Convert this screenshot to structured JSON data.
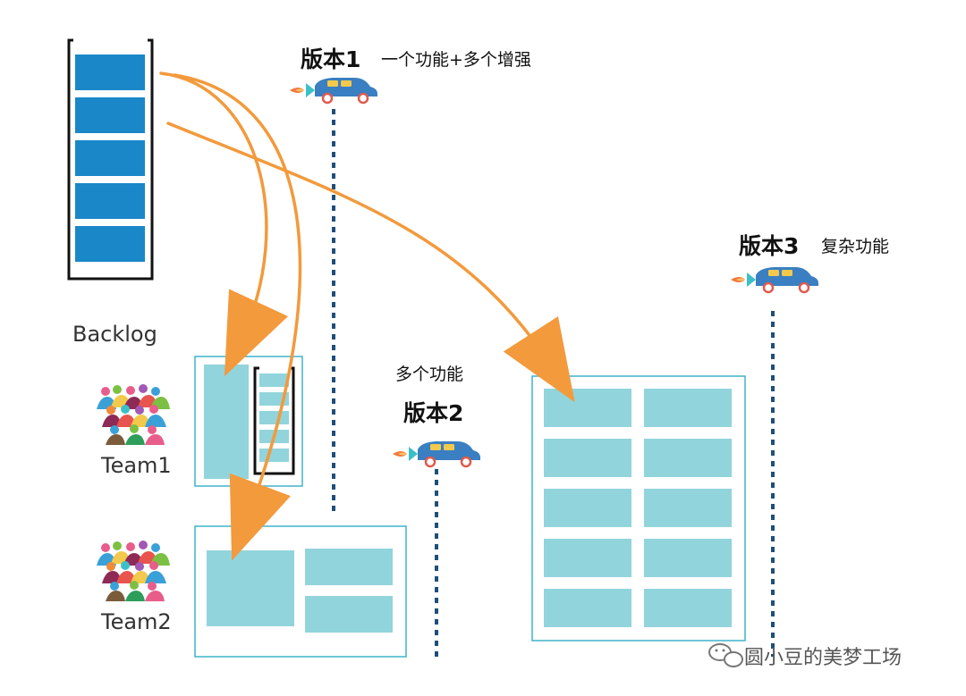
{
  "backlog": {
    "label": "Backlog"
  },
  "teams": [
    {
      "label": "Team1"
    },
    {
      "label": "Team2"
    }
  ],
  "releases": [
    {
      "title": "版本1",
      "desc": "一个功能+多个增强"
    },
    {
      "title": "版本2",
      "desc": "多个功能"
    },
    {
      "title": "版本3",
      "desc": "复杂功能"
    }
  ],
  "watermark": {
    "text": "圆小豆的美梦工场",
    "icon": "wechat-icon"
  },
  "icons": {
    "vehicle": "rocket-car-icon",
    "people": "team-people-icon"
  },
  "colors": {
    "backlog_item": "#1a87c9",
    "work_block": "#92d4dc",
    "frame": "#3fb4c9",
    "arrow": "#f29a3c",
    "timeline": "#1f4e79",
    "car_body": "#3a7fc1",
    "car_window": "#f2c94c",
    "car_wheel": "#e05a4f",
    "flame": "#f07a3a",
    "thruster": "#3cc0c8"
  }
}
